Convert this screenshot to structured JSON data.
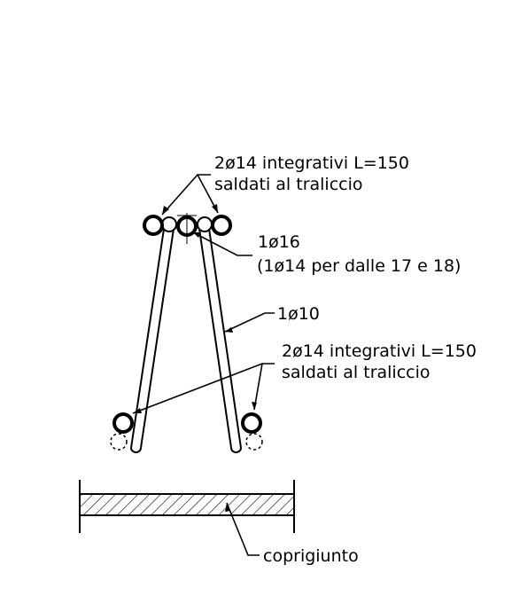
{
  "annotations": {
    "top_integrativi_line1": "2ø14 integrativi L=150",
    "top_integrativi_line2": "saldati al traliccio",
    "top_bar_line1": "1ø16",
    "top_bar_line2": "(1ø14 per dalle 17 e 18)",
    "diagonal_label": "1ø10",
    "bottom_integrativi_line1": "2ø14 integrativi L=150",
    "bottom_integrativi_line2": "saldati al traliccio",
    "joint_cover_label": "coprigiunto"
  },
  "colors": {
    "line": "#000000",
    "background": "#ffffff"
  }
}
